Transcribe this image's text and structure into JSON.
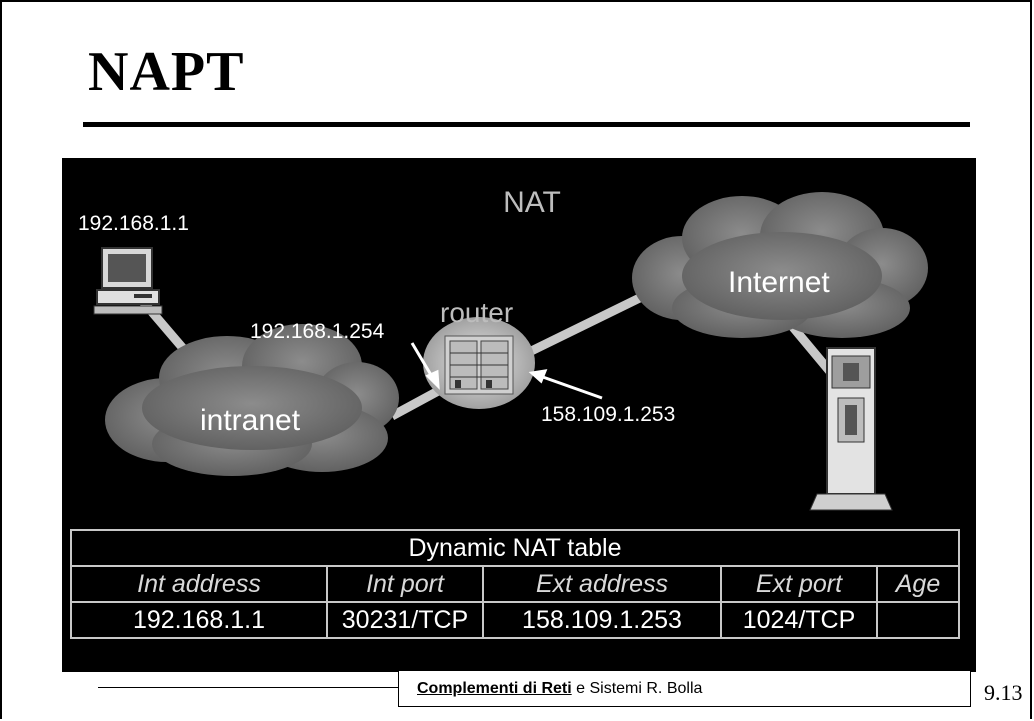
{
  "slide": {
    "title": "NAPT",
    "page_number": "9.13"
  },
  "diagram": {
    "heading": "NAT",
    "host_ip": "192.168.1.1",
    "router_label": "router",
    "router_internal_ip": "192.168.1.254",
    "router_external_ip": "158.109.1.253",
    "intranet_label": "intranet",
    "internet_label": "Internet",
    "colors": {
      "background": "#000000",
      "cloud": "#7a7a7a",
      "link": "#c8c8c8",
      "text": "#ffffff"
    }
  },
  "nat_table": {
    "caption": "Dynamic NAT table",
    "columns": [
      "Int address",
      "Int port",
      "Ext address",
      "Ext port",
      "Age"
    ],
    "rows": [
      [
        "192.168.1.1",
        "30231/TCP",
        "158.109.1.253",
        "1024/TCP",
        ""
      ]
    ]
  },
  "footer": {
    "course_link": "Complementi di Reti",
    "rest": " e Sistemi  R. Bolla"
  }
}
